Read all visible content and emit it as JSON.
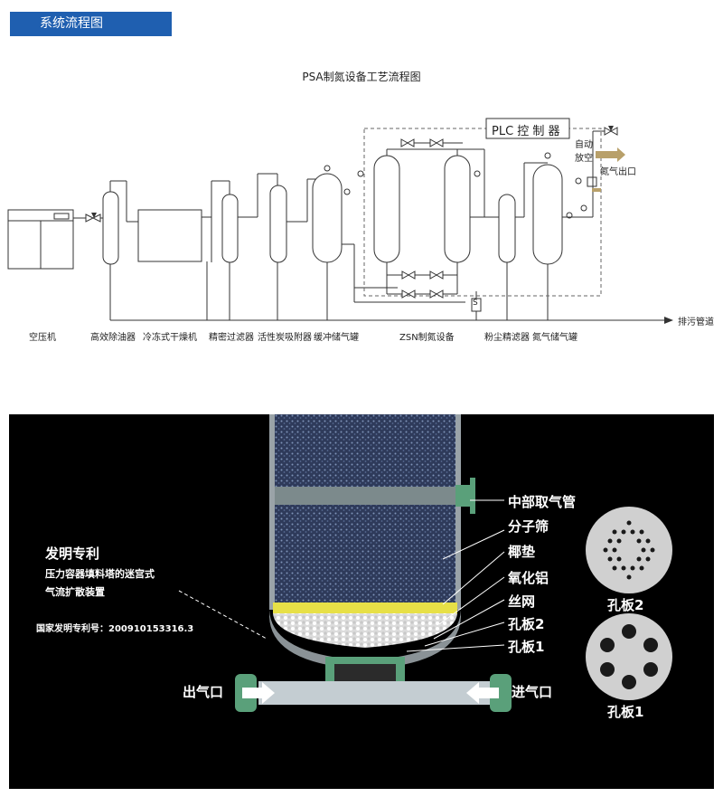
{
  "header": {
    "tab_label": "系统流程图"
  },
  "flow": {
    "title": "PSA制氮设备工艺流程图",
    "plc_label": "PLC 控 制 器",
    "auto_vent": [
      "自动",
      "放空"
    ],
    "outlet": "氮气出口",
    "drain": "排污管道",
    "s_mark": "S",
    "equipment": [
      "空压机",
      "高效除油器",
      "冷冻式干燥机",
      "精密过滤器",
      "活性炭吸附器",
      "缓冲储气罐",
      "ZSN制氮设备",
      "粉尘精滤器",
      "氮气储气罐"
    ]
  },
  "illustration": {
    "layers": [
      "中部取气管",
      "分子筛",
      "椰垫",
      "氧化铝",
      "丝网",
      "孔板2",
      "孔板1"
    ],
    "air_out": "出气口",
    "air_in": "进气口",
    "patent": {
      "heading": "发明专利",
      "line1": "压力容器填料塔的迷宫式",
      "line2": "气流扩散装置",
      "number": "国家发明专利号：200910153316.3"
    },
    "plate2_label": "孔板2",
    "plate1_label": "孔板1"
  }
}
